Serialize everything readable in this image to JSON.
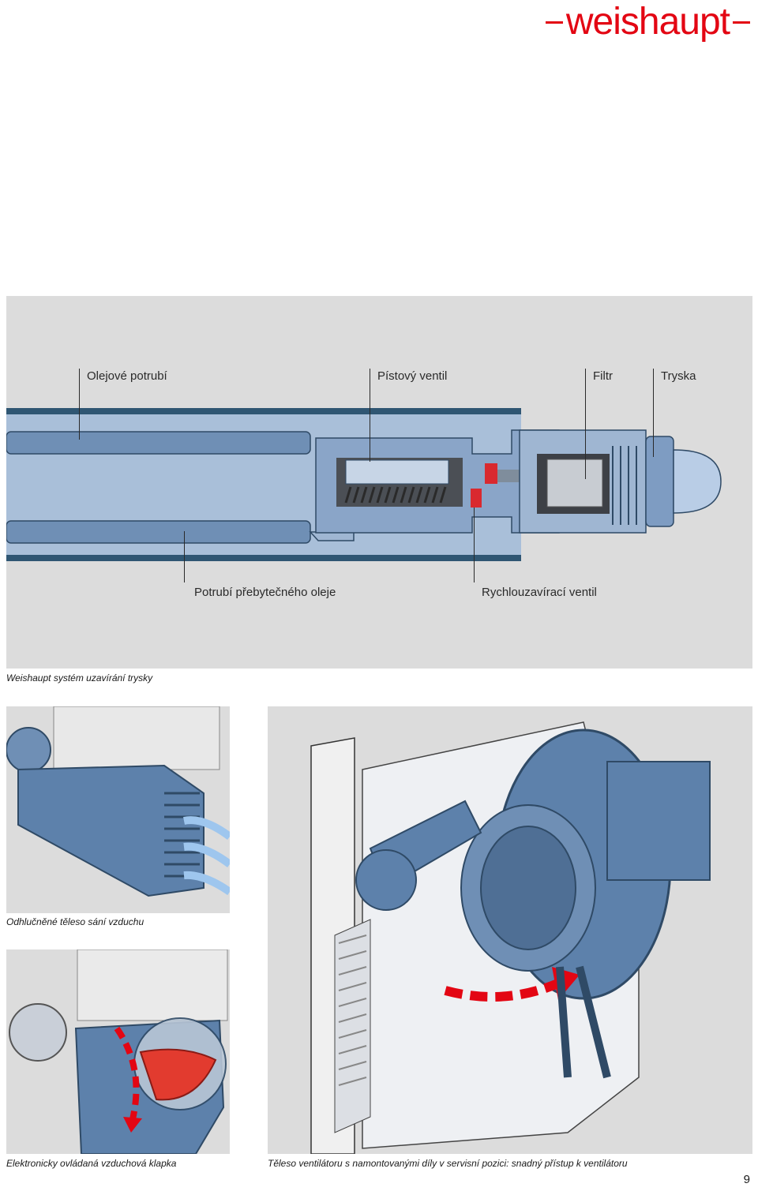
{
  "brand": {
    "logo_text": "weishaupt",
    "accent_color": "#e30613"
  },
  "nozzle_diagram": {
    "labels_top": [
      "Olejové potrubí",
      "Pístový ventil",
      "Filtr",
      "Tryska"
    ],
    "labels_bottom": [
      "Potrubí přebytečného oleje",
      "Rychlouzavírací ventil"
    ],
    "caption": "Weishaupt systém uzavírání trysky"
  },
  "captions": {
    "intake": "Odhlučněné těleso sání vzduchu",
    "damper": "Elektronicky ovládaná vzduchová klapka",
    "fan": "Těleso ventilátoru s namontovanými díly v servisní pozici: snadný přístup k ventilátoru"
  },
  "page_number": "9"
}
